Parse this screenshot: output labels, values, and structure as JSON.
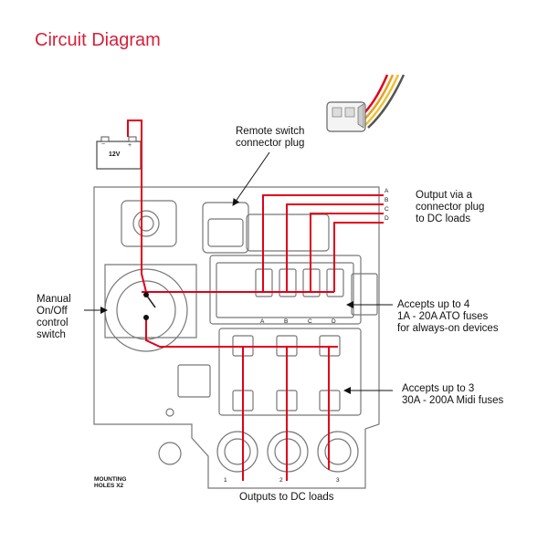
{
  "title": "Circuit Diagram",
  "battery": {
    "label": "12V"
  },
  "labels": {
    "remote_switch_line1": "Remote switch",
    "remote_switch_line2": "connector plug",
    "output_connector_line1": "Output via a",
    "output_connector_line2": "connector plug",
    "output_connector_line3": "to DC loads",
    "manual_line1": "Manual",
    "manual_line2": "On/Off",
    "manual_line3": "control",
    "manual_line4": "switch",
    "ato_line1": "Accepts up to 4",
    "ato_line2": "1A - 20A ATO fuses",
    "ato_line3": "for always-on devices",
    "midi_line1": "Accepts up to 3",
    "midi_line2": "30A - 200A Midi fuses",
    "outputs_dc": "Outputs to DC loads",
    "mounting_line1": "MOUNTING",
    "mounting_line2": "HOLES X2"
  },
  "wire_labels": [
    "A",
    "B",
    "C",
    "D"
  ],
  "ato_slot_labels": [
    "A",
    "B",
    "C",
    "D"
  ],
  "midi_output_labels": [
    "1",
    "2",
    "3"
  ],
  "colors": {
    "wire": "#e1001a",
    "title": "#d6203a",
    "outline": "#777777"
  }
}
